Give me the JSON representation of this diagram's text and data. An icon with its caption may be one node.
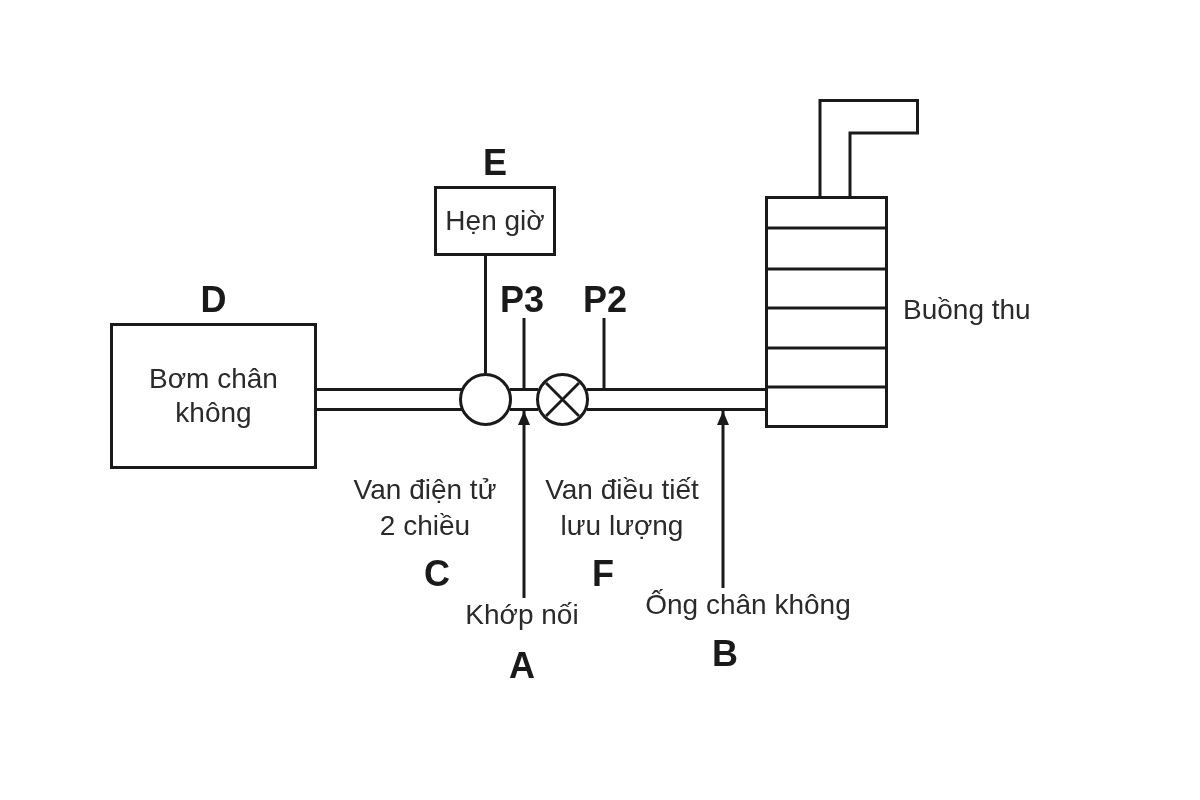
{
  "diagram": {
    "nodes": [
      {
        "text": [
          "E",
          "Hẹn giờ"
        ]
      },
      {
        "text": [],
        "shape": "box",
        "beside": [
          "Buồng thu"
        ]
      },
      {
        "text": [
          "D",
          "Bơm chân không"
        ]
      },
      {
        "text": [
          "P3"
        ]
      },
      {
        "text": [
          "P2"
        ]
      },
      {
        "text": [],
        "shape": "bar"
      },
      {
        "text": [],
        "shape": "circle",
        "beside": [
          "Van điện tử 2 chiều",
          "C"
        ]
      },
      {
        "text": [],
        "shape": "bar"
      },
      {
        "text": [],
        "shape": "circle",
        "beside": [
          "Van điều tiết lưu lượng",
          "F"
        ]
      },
      {
        "text": [],
        "shape": "bar"
      },
      {
        "text": [
          "Khớp nối",
          "A"
        ]
      },
      {
        "text": [
          "Ống chân không",
          "B"
        ]
      }
    ],
    "edges": [
      {
        "from": 0,
        "to": 6,
        "arrow": "none"
      },
      {
        "from": 3,
        "to": 7,
        "arrow": "none"
      },
      {
        "from": 4,
        "to": 9,
        "arrow": "none"
      },
      {
        "from": 10,
        "to": 7,
        "arrow": "to"
      },
      {
        "from": 11,
        "to": 9,
        "arrow": "to"
      }
    ]
  }
}
